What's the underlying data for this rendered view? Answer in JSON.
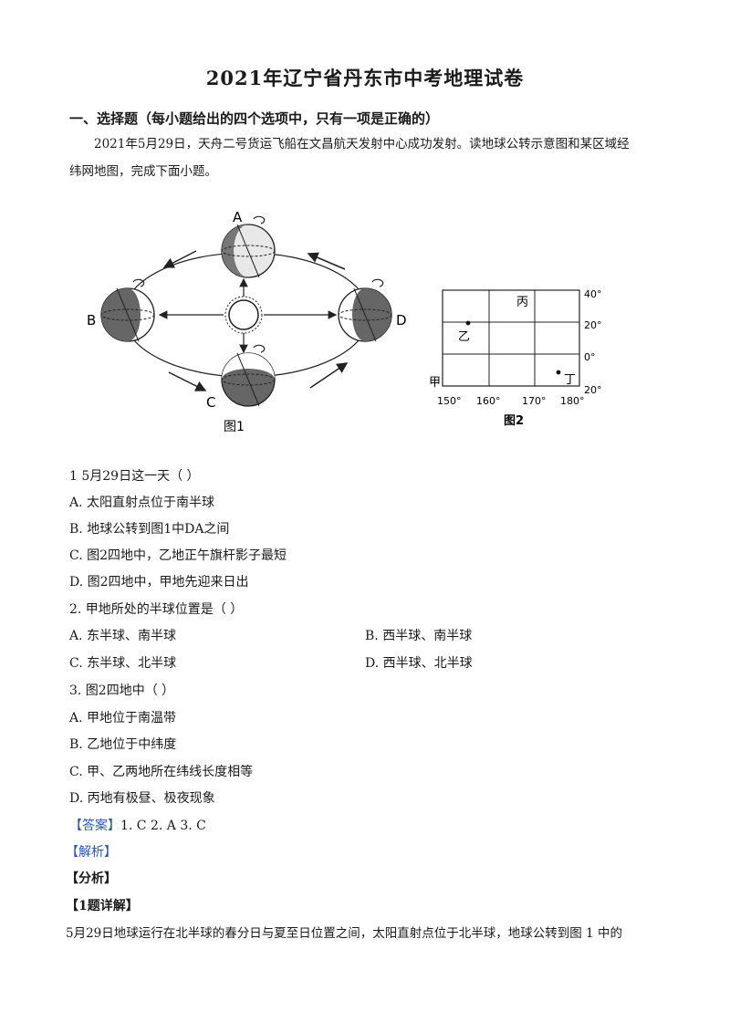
{
  "title": "2021年辽宁省丹东市中考地理试卷",
  "section": "一、选择题（每小题给出的四个选项中，只有一项是正确的）",
  "intro": [
    "2021年5月29日，天舟二号货运飞船在文昌航天发射中心成功发射。读地球公转示意图和某区域经",
    "纬网地图，完成下面小题。"
  ],
  "fig1": {
    "caption": "图1",
    "positions": [
      "A",
      "B",
      "C",
      "D"
    ]
  },
  "fig2": {
    "caption": "图2",
    "lat_labels": [
      "40°",
      "20°",
      "0°",
      "20°"
    ],
    "lon_labels": [
      "150°",
      "160°",
      "170°",
      "180°"
    ],
    "places": [
      "甲",
      "乙",
      "丙",
      "丁"
    ]
  },
  "questions": [
    {
      "stem": "1  5月29日这一天（    ）",
      "options": [
        "A.  太阳直射点位于南半球",
        "B.  地球公转到图1中DA之间",
        "C.  图2四地中，乙地正午旗杆影子最短",
        "D.  图2四地中，甲地先迎来日出"
      ]
    },
    {
      "stem": "2.  甲地所处的半球位置是（    ）",
      "options": [
        "A.  东半球、南半球",
        "B.  西半球、南半球",
        "C.  东半球、北半球",
        "D.  西半球、北半球"
      ]
    },
    {
      "stem": "3.  图2四地中（    ）",
      "options": [
        "A.  甲地位于南温带",
        "B.  乙地位于中纬度",
        "C.  甲、乙两地所在纬线长度相等",
        "D.  丙地有极昼、极夜现象"
      ]
    }
  ],
  "answer": {
    "label": "【答案】",
    "text": "1. C    2. A    3. C"
  },
  "analysis_label": "【解析】",
  "fenxi_label": "【分析】",
  "detail_label": "【1题详解】",
  "detail_text": "5月29日地球运行在北半球的春分日与夏至日位置之间，太阳直射点位于北半球，地球公转到图 1 中的"
}
